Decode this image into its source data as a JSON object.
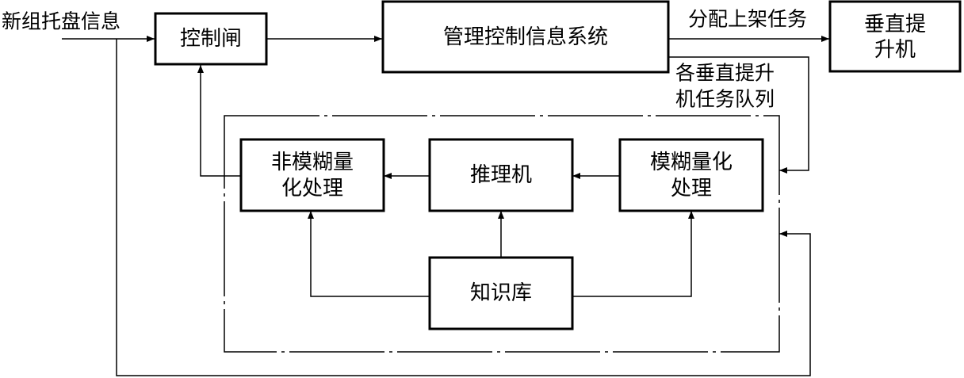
{
  "input_label": "新组托盘信息",
  "boxes": {
    "gate": "控制闸",
    "mgmt": "管理控制信息系统",
    "lift_line1": "垂直提",
    "lift_line2": "升机",
    "defuzz_line1": "非模糊量",
    "defuzz_line2": "化处理",
    "inference": "推理机",
    "fuzz_line1": "模糊量化",
    "fuzz_line2": "处理",
    "kb": "知识库"
  },
  "edge_labels": {
    "assign_task": "分配上架任务",
    "queue_line1": "各垂直提升",
    "queue_line2": "机任务队列"
  }
}
